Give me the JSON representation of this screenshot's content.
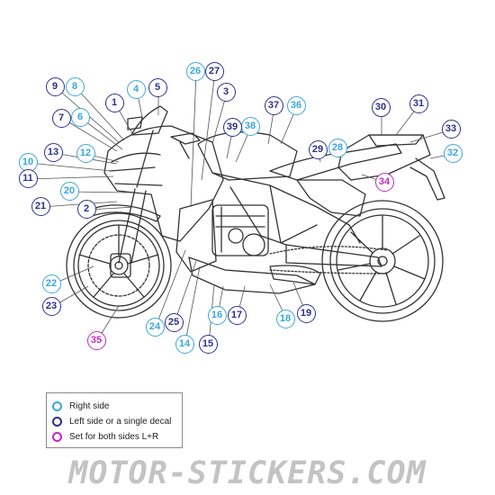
{
  "colors": {
    "right_side": "#3aa7d8",
    "left_side": "#2e2e8c",
    "both_sides": "#c02bbf",
    "line": "#333333",
    "watermark": "#c3c3c3"
  },
  "callouts": [
    {
      "id": "1",
      "type": "left_side"
    },
    {
      "id": "2",
      "type": "left_side"
    },
    {
      "id": "3",
      "type": "left_side"
    },
    {
      "id": "4",
      "type": "right_side"
    },
    {
      "id": "5",
      "type": "left_side"
    },
    {
      "id": "6",
      "type": "right_side"
    },
    {
      "id": "7",
      "type": "left_side"
    },
    {
      "id": "8",
      "type": "right_side"
    },
    {
      "id": "9",
      "type": "left_side"
    },
    {
      "id": "10",
      "type": "right_side"
    },
    {
      "id": "11",
      "type": "left_side"
    },
    {
      "id": "12",
      "type": "right_side"
    },
    {
      "id": "13",
      "type": "left_side"
    },
    {
      "id": "14",
      "type": "right_side"
    },
    {
      "id": "15",
      "type": "left_side"
    },
    {
      "id": "16",
      "type": "right_side"
    },
    {
      "id": "17",
      "type": "left_side"
    },
    {
      "id": "18",
      "type": "right_side"
    },
    {
      "id": "19",
      "type": "left_side"
    },
    {
      "id": "20",
      "type": "right_side"
    },
    {
      "id": "21",
      "type": "left_side"
    },
    {
      "id": "22",
      "type": "right_side"
    },
    {
      "id": "23",
      "type": "left_side"
    },
    {
      "id": "24",
      "type": "right_side"
    },
    {
      "id": "25",
      "type": "left_side"
    },
    {
      "id": "26",
      "type": "right_side"
    },
    {
      "id": "27",
      "type": "left_side"
    },
    {
      "id": "28",
      "type": "right_side"
    },
    {
      "id": "29",
      "type": "left_side"
    },
    {
      "id": "30",
      "type": "left_side"
    },
    {
      "id": "31",
      "type": "left_side"
    },
    {
      "id": "32",
      "type": "right_side"
    },
    {
      "id": "33",
      "type": "left_side"
    },
    {
      "id": "34",
      "type": "both_sides"
    },
    {
      "id": "35",
      "type": "both_sides"
    },
    {
      "id": "36",
      "type": "right_side"
    },
    {
      "id": "37",
      "type": "left_side"
    },
    {
      "id": "38",
      "type": "right_side"
    },
    {
      "id": "39",
      "type": "left_side"
    }
  ],
  "legend": {
    "items": [
      {
        "label": "Right side",
        "type": "right_side"
      },
      {
        "label": "Left side or a single decal",
        "type": "left_side"
      },
      {
        "label": "Set for both sides L+R",
        "type": "both_sides"
      }
    ]
  },
  "watermark": "MOTOR-STICKERS.COM"
}
